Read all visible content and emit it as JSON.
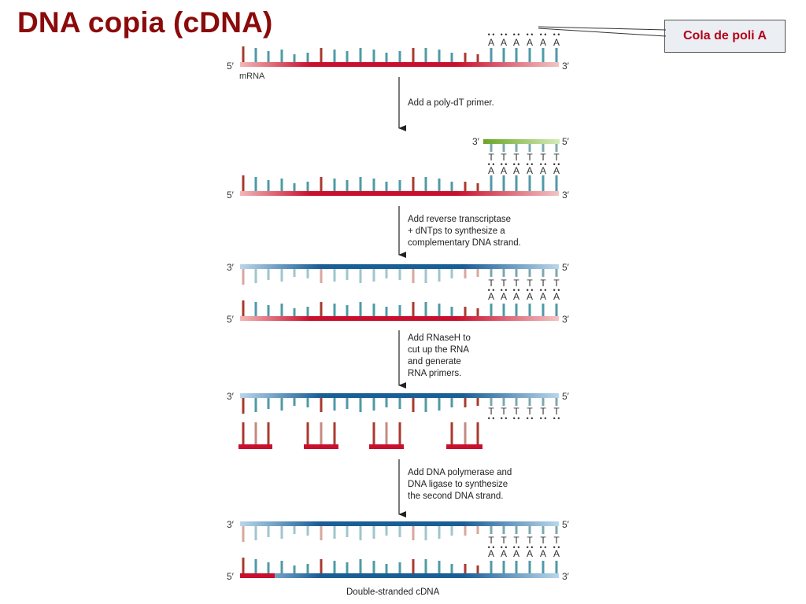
{
  "title": "DNA copia (cDNA)",
  "callout": {
    "label": "Cola de poli A"
  },
  "end_labels": {
    "five": "5′",
    "three": "3′"
  },
  "labels": {
    "mrna": "mRNA",
    "double_stranded": "Double-stranded cDNA"
  },
  "bases": {
    "a": "A",
    "t": "T",
    "pair": "• •"
  },
  "steps": [
    {
      "lines": [
        "Add a poly-dT primer."
      ]
    },
    {
      "lines": [
        "Add reverse transcriptase",
        "+ dNTps to synthesize a",
        "complementary DNA strand."
      ]
    },
    {
      "lines": [
        "Add RNaseH to",
        "cut up the RNA",
        "and generate",
        "RNA primers."
      ]
    },
    {
      "lines": [
        "Add DNA polymerase and",
        "DNA ligase to synthesize",
        "the second DNA strand."
      ]
    }
  ],
  "colors": {
    "rna": "#c8102e",
    "dna": "#1a5e96",
    "primer": "#7ab030",
    "base_teal": "#4f9aa6",
    "base_red": "#a83a2e",
    "title": "#8b0a0a",
    "callout_text": "#b3001b"
  }
}
